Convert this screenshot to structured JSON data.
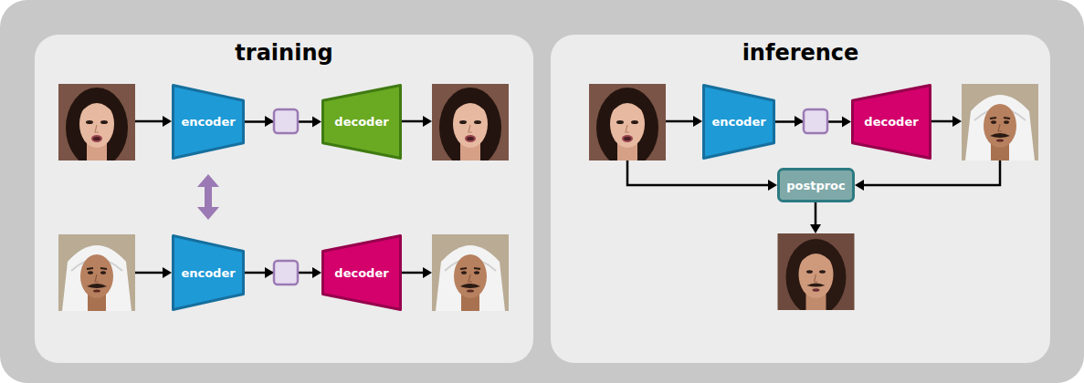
{
  "diagram": {
    "nodes": [
      {
        "text": [
          "training"
        ]
      },
      {
        "text": [
          "encoder"
        ],
        "in": 0
      },
      {
        "text": [
          "decoder"
        ],
        "in": 0
      },
      {
        "text": [
          "encoder"
        ],
        "in": 0
      },
      {
        "text": [
          "decoder"
        ],
        "in": 0
      },
      {
        "text": [
          "inference"
        ]
      },
      {
        "text": [
          "encoder"
        ],
        "in": 5
      },
      {
        "text": [
          "decoder"
        ],
        "in": 5
      },
      {
        "text": [
          "postproc"
        ],
        "in": 5
      }
    ],
    "edges": [
      {
        "from": 1,
        "to": 2,
        "arrow": "to"
      },
      {
        "from": 3,
        "to": 4,
        "arrow": "to"
      },
      {
        "from": 1,
        "to": 3,
        "arrow": "both"
      },
      {
        "from": 6,
        "to": 7,
        "arrow": "to"
      }
    ]
  }
}
